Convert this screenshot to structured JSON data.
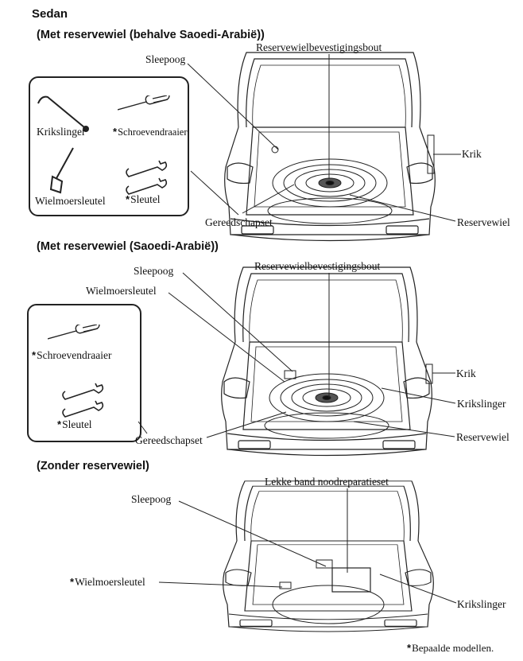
{
  "title": "Sedan",
  "star": "*",
  "footnote": "Bepaalde modellen.",
  "section1": {
    "heading": "(Met reservewiel (behalve Saoedi-Arabië))",
    "labels": {
      "sleepoog": "Sleepoog",
      "bout": "Reservewielbevestigingsbout",
      "krik": "Krik",
      "reservewiel": "Reservewiel",
      "gereedschapset": "Gereedschapset"
    },
    "tools": {
      "krikslinger": "Krikslinger",
      "schroevendraaier": "Schroevendraaier",
      "wielmoersleutel": "Wielmoersleutel",
      "sleutel": "Sleutel"
    }
  },
  "section2": {
    "heading": "(Met reservewiel (Saoedi-Arabië))",
    "labels": {
      "sleepoog": "Sleepoog",
      "wielmoersleutel": "Wielmoersleutel",
      "bout": "Reservewielbevestigingsbout",
      "krik": "Krik",
      "krikslinger": "Krikslinger",
      "reservewiel": "Reservewiel",
      "gereedschapset": "Gereedschapset"
    },
    "tools": {
      "schroevendraaier": "Schroevendraaier",
      "sleutel": "Sleutel"
    }
  },
  "section3": {
    "heading": "(Zonder reservewiel)",
    "labels": {
      "noodreparatieset": "Lekke band noodreparatieset",
      "sleepoog": "Sleepoog",
      "wielmoersleutel": "Wielmoersleutel",
      "krikslinger": "Krikslinger"
    }
  }
}
